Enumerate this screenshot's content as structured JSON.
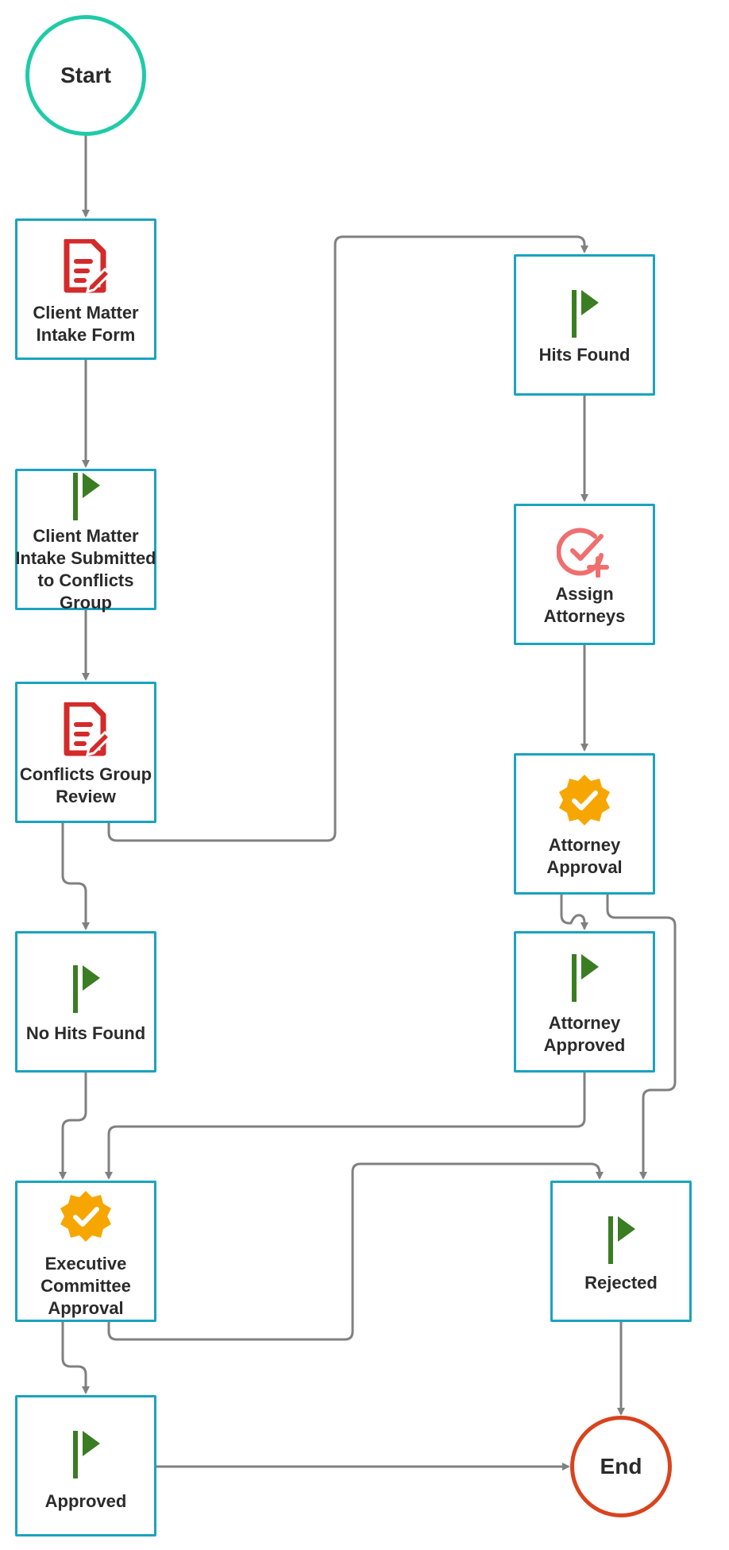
{
  "diagram": {
    "start": {
      "label": "Start"
    },
    "end": {
      "label": "End"
    },
    "nodes": {
      "intake_form": {
        "label": "Client Matter Intake Form",
        "icon": "document-edit-icon"
      },
      "submitted": {
        "label": "Client Matter Intake Submitted to Conflicts Group",
        "icon": "flag-icon"
      },
      "review": {
        "label": "Conflicts Group Review",
        "icon": "document-edit-icon"
      },
      "no_hits": {
        "label": "No Hits Found",
        "icon": "flag-icon"
      },
      "exec_approval": {
        "label": "Executive Committee Approval",
        "icon": "approval-badge-icon"
      },
      "approved": {
        "label": "Approved",
        "icon": "flag-icon"
      },
      "hits": {
        "label": "Hits Found",
        "icon": "flag-icon"
      },
      "assign": {
        "label": "Assign Attorneys",
        "icon": "assign-check-plus-icon"
      },
      "atty_approval": {
        "label": "Attorney Approval",
        "icon": "approval-badge-icon"
      },
      "atty_approved": {
        "label": "Attorney Approved",
        "icon": "flag-icon"
      },
      "rejected": {
        "label": "Rejected",
        "icon": "flag-icon"
      }
    },
    "colors": {
      "node_border": "#1aa3bf",
      "start_border": "#1fcba7",
      "end_border": "#d9431e",
      "connector": "#808080",
      "flag": "#3a7d22",
      "document": "#d42a2a",
      "badge": "#f7a600",
      "assign": "#ef6f6f"
    }
  }
}
